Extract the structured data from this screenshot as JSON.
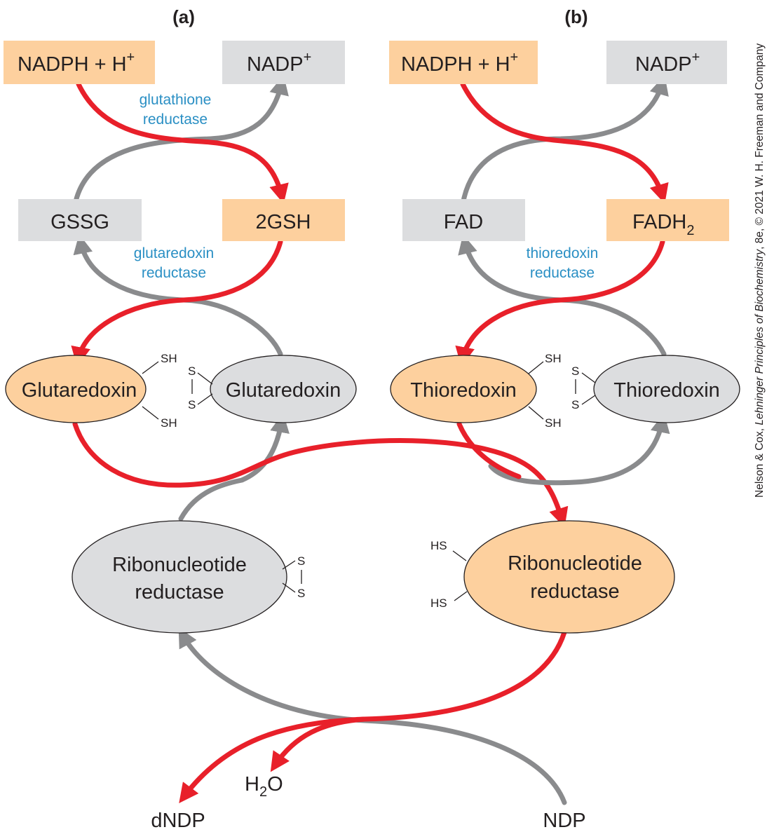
{
  "panels": {
    "a": "(a)",
    "b": "(b)"
  },
  "panel_a": {
    "nadph": "NADPH + H",
    "nadp": "NADP",
    "plus": "+",
    "enzyme1_line1": "glutathione",
    "enzyme1_line2": "reductase",
    "gssg": "GSSG",
    "gsh": "2GSH",
    "enzyme2_line1": "glutaredoxin",
    "enzyme2_line2": "reductase",
    "reduced": "Glutaredoxin",
    "oxidized": "Glutaredoxin"
  },
  "panel_b": {
    "nadph": "NADPH + H",
    "nadp": "NADP",
    "plus": "+",
    "fad": "FAD",
    "fadh": "FADH",
    "fadh_sub": "2",
    "enzyme_line1": "thioredoxin",
    "enzyme_line2": "reductase",
    "reduced": "Thioredoxin",
    "oxidized": "Thioredoxin"
  },
  "groups": {
    "sh": "SH",
    "hs": "HS",
    "s": "S"
  },
  "rnr_oxidized": {
    "line1": "Ribonucleotide",
    "line2": "reductase"
  },
  "rnr_reduced": {
    "line1": "Ribonucleotide",
    "line2": "reductase"
  },
  "bottom": {
    "dndp": "dNDP",
    "h2o_h": "H",
    "h2o_sub": "2",
    "h2o_o": "O",
    "ndp": "NDP"
  },
  "credit": {
    "part1": "Nelson & Cox, ",
    "book": "Lehninger Principles of Biochemistry",
    "part2": ", 8e, © 2021 W. H. Freeman and Company"
  },
  "colors": {
    "orange": "#fdd09e",
    "gray": "#dcdddf",
    "red": "#e8202a",
    "arrow_gray": "#8a8b8d",
    "blue": "#2a8fc4"
  }
}
